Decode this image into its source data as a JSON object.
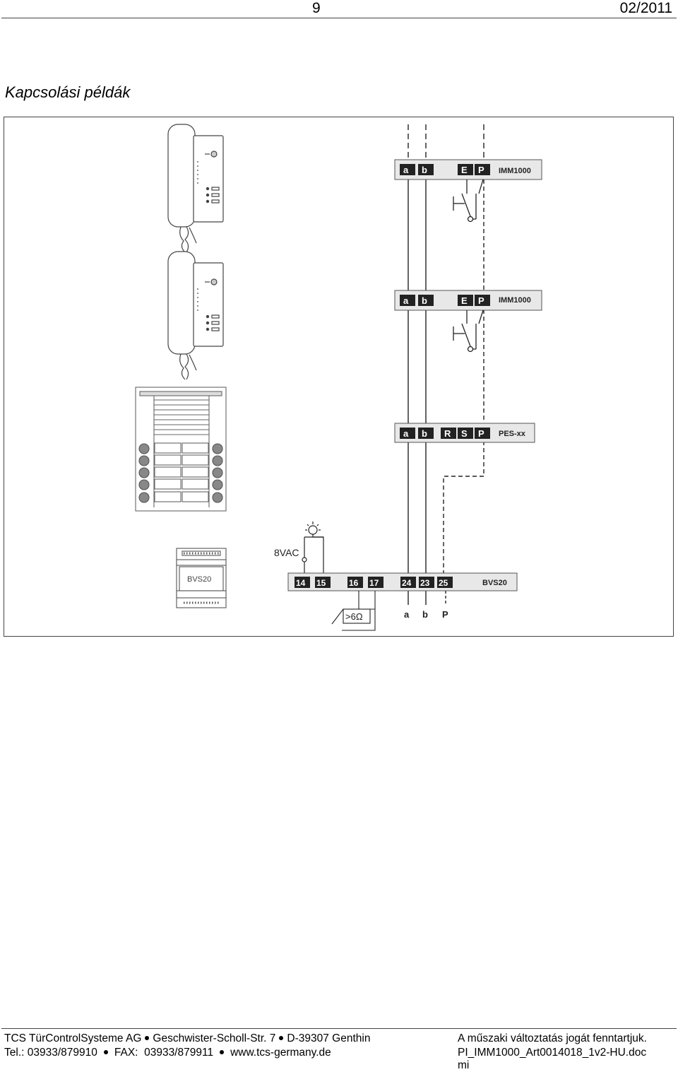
{
  "header": {
    "page_number": "9",
    "date": "02/2011"
  },
  "title": "Kapcsolási példák",
  "diagram": {
    "imm_top": {
      "terminals": [
        "a",
        "b",
        "E",
        "P"
      ],
      "model": "IMM1000"
    },
    "imm_mid": {
      "terminals": [
        "a",
        "b",
        "E",
        "P"
      ],
      "model": "IMM1000"
    },
    "pes": {
      "terminals": [
        "a",
        "b",
        "R",
        "S",
        "P"
      ],
      "model": "PES-xx"
    },
    "bvs": {
      "terminals": [
        "14",
        "15",
        "16",
        "17",
        "24",
        "23",
        "25"
      ],
      "model": "BVS20"
    },
    "bvs_device_label": "BVS20",
    "vac_label": "8VAC",
    "resistor_label": ">6Ω",
    "bus_labels": [
      "a",
      "b",
      "P"
    ]
  },
  "footer": {
    "company": "TCS TürControlSysteme AG",
    "address": "Geschwister-Scholl-Str. 7",
    "city": "D-39307 Genthin",
    "tel": "Tel.: 03933/879910",
    "fax": "FAX:  03933/879911",
    "web": "www.tcs-germany.de",
    "rights": "A műszaki változtatás jogát fenntartjuk.",
    "docname": "PI_IMM1000_Art0014018_1v2-HU.doc",
    "author": "mi"
  }
}
